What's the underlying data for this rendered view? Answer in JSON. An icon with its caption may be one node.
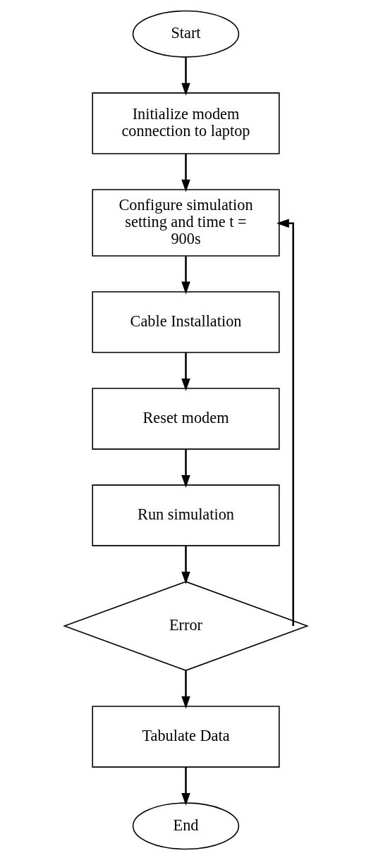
{
  "diagram": {
    "nodes": [
      {
        "text": [
          "Start"
        ]
      },
      {
        "text": [
          "Initialize modem connection to laptop"
        ]
      },
      {
        "text": [
          "Configure simulation setting and time t = 900s"
        ]
      },
      {
        "text": [
          "Cable Installation"
        ]
      },
      {
        "text": [
          "Reset modem"
        ]
      },
      {
        "text": [
          "Run simulation"
        ]
      },
      {
        "text": [
          "Error"
        ]
      },
      {
        "text": [
          "Tabulate Data"
        ]
      },
      {
        "text": [
          "End"
        ]
      }
    ],
    "edges": [
      {
        "from": 0,
        "to": 1,
        "arrow": "to"
      },
      {
        "from": 1,
        "to": 2,
        "arrow": "to"
      },
      {
        "from": 2,
        "to": 3,
        "arrow": "to"
      },
      {
        "from": 3,
        "to": 4,
        "arrow": "to"
      },
      {
        "from": 4,
        "to": 5,
        "arrow": "to"
      },
      {
        "from": 5,
        "to": 6,
        "arrow": "to"
      },
      {
        "from": 6,
        "to": 7,
        "arrow": "to"
      },
      {
        "from": 7,
        "to": 8,
        "arrow": "to"
      },
      {
        "from": 6,
        "to": 2,
        "arrow": "to"
      }
    ]
  }
}
